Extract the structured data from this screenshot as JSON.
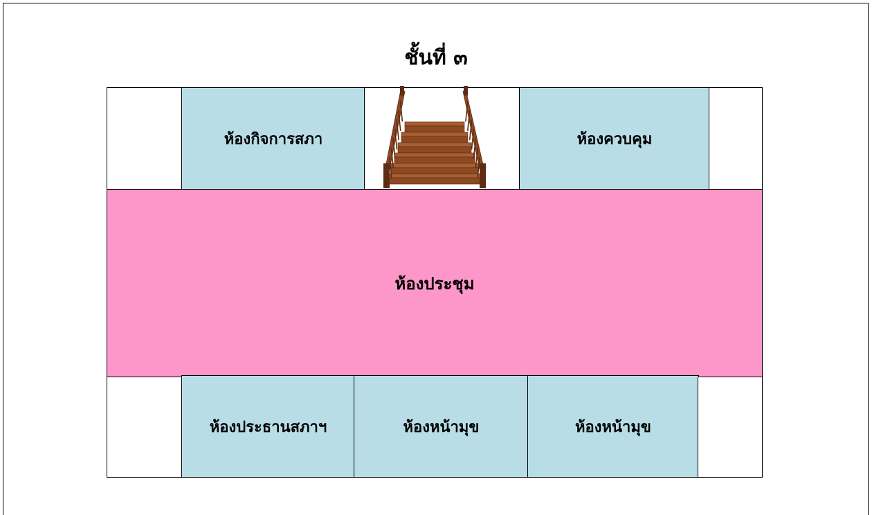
{
  "title": "ชั้นที่ ๓",
  "colors": {
    "room": "#b8dde6",
    "hall": "#fd97c9",
    "stair_wood": "#8b4a24",
    "stair_dark": "#5e2c12",
    "stair_light": "#a85e31"
  },
  "icons": {
    "stairs": "staircase-icon"
  },
  "rooms": {
    "top_left": "ห้องกิจการสภา",
    "top_right": "ห้องควบคุม",
    "meeting": "ห้องประชุม",
    "bottom_1": "ห้องประธานสภาฯ",
    "bottom_2": "ห้องหน้ามุข",
    "bottom_3": "ห้องหน้ามุข"
  }
}
